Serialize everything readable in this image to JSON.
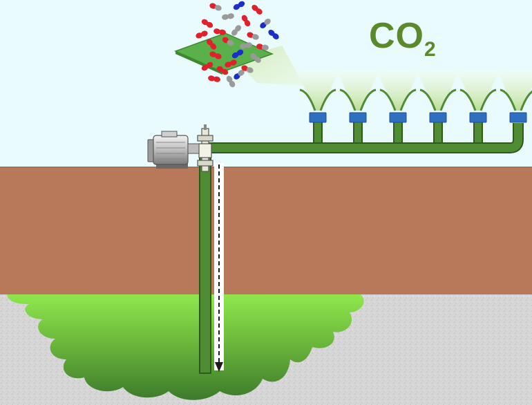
{
  "labels": {
    "gas_main": "CO",
    "gas_subscript": "2"
  },
  "colors": {
    "sky": "#eafbfd",
    "soil": "#b8795a",
    "soil_edge": "#a86c4e",
    "rock": "#d4d4d4",
    "aquifer_light": "#8be64a",
    "aquifer_dark": "#3f7a2c",
    "pipe": "#4f8c34",
    "pipe_outline": "#2f5a1e",
    "nozzle": "#2f6fc0",
    "spray": "#cfe8b0",
    "label": "#5a8a2a",
    "molecule_oxygen": "#e0202a",
    "molecule_nitrogen": "#1a2fc8",
    "molecule_carbon": "#9a9a9a"
  },
  "icons": {
    "collector": "spray-funnel-icon",
    "motor": "motor-pump-icon",
    "molecules": "co2-molecule-cluster-icon",
    "flow": "downward-flow-arrow-icon"
  },
  "collector_count": 6
}
